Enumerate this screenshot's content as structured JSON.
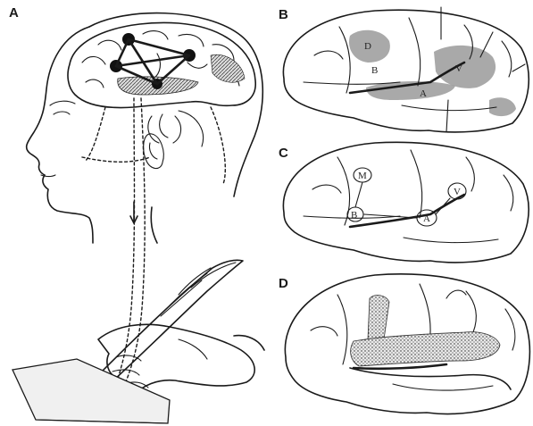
{
  "panels": {
    "a": {
      "letter": "A"
    },
    "b": {
      "letter": "B",
      "regions": [
        "D",
        "B",
        "V",
        "A"
      ]
    },
    "c": {
      "letter": "C",
      "regions": [
        "M",
        "B",
        "V",
        "A"
      ]
    },
    "d": {
      "letter": "D"
    }
  },
  "colors": {
    "ink": "#1a1a1a",
    "shade": "#9a9a9a",
    "paper": "#ffffff"
  }
}
